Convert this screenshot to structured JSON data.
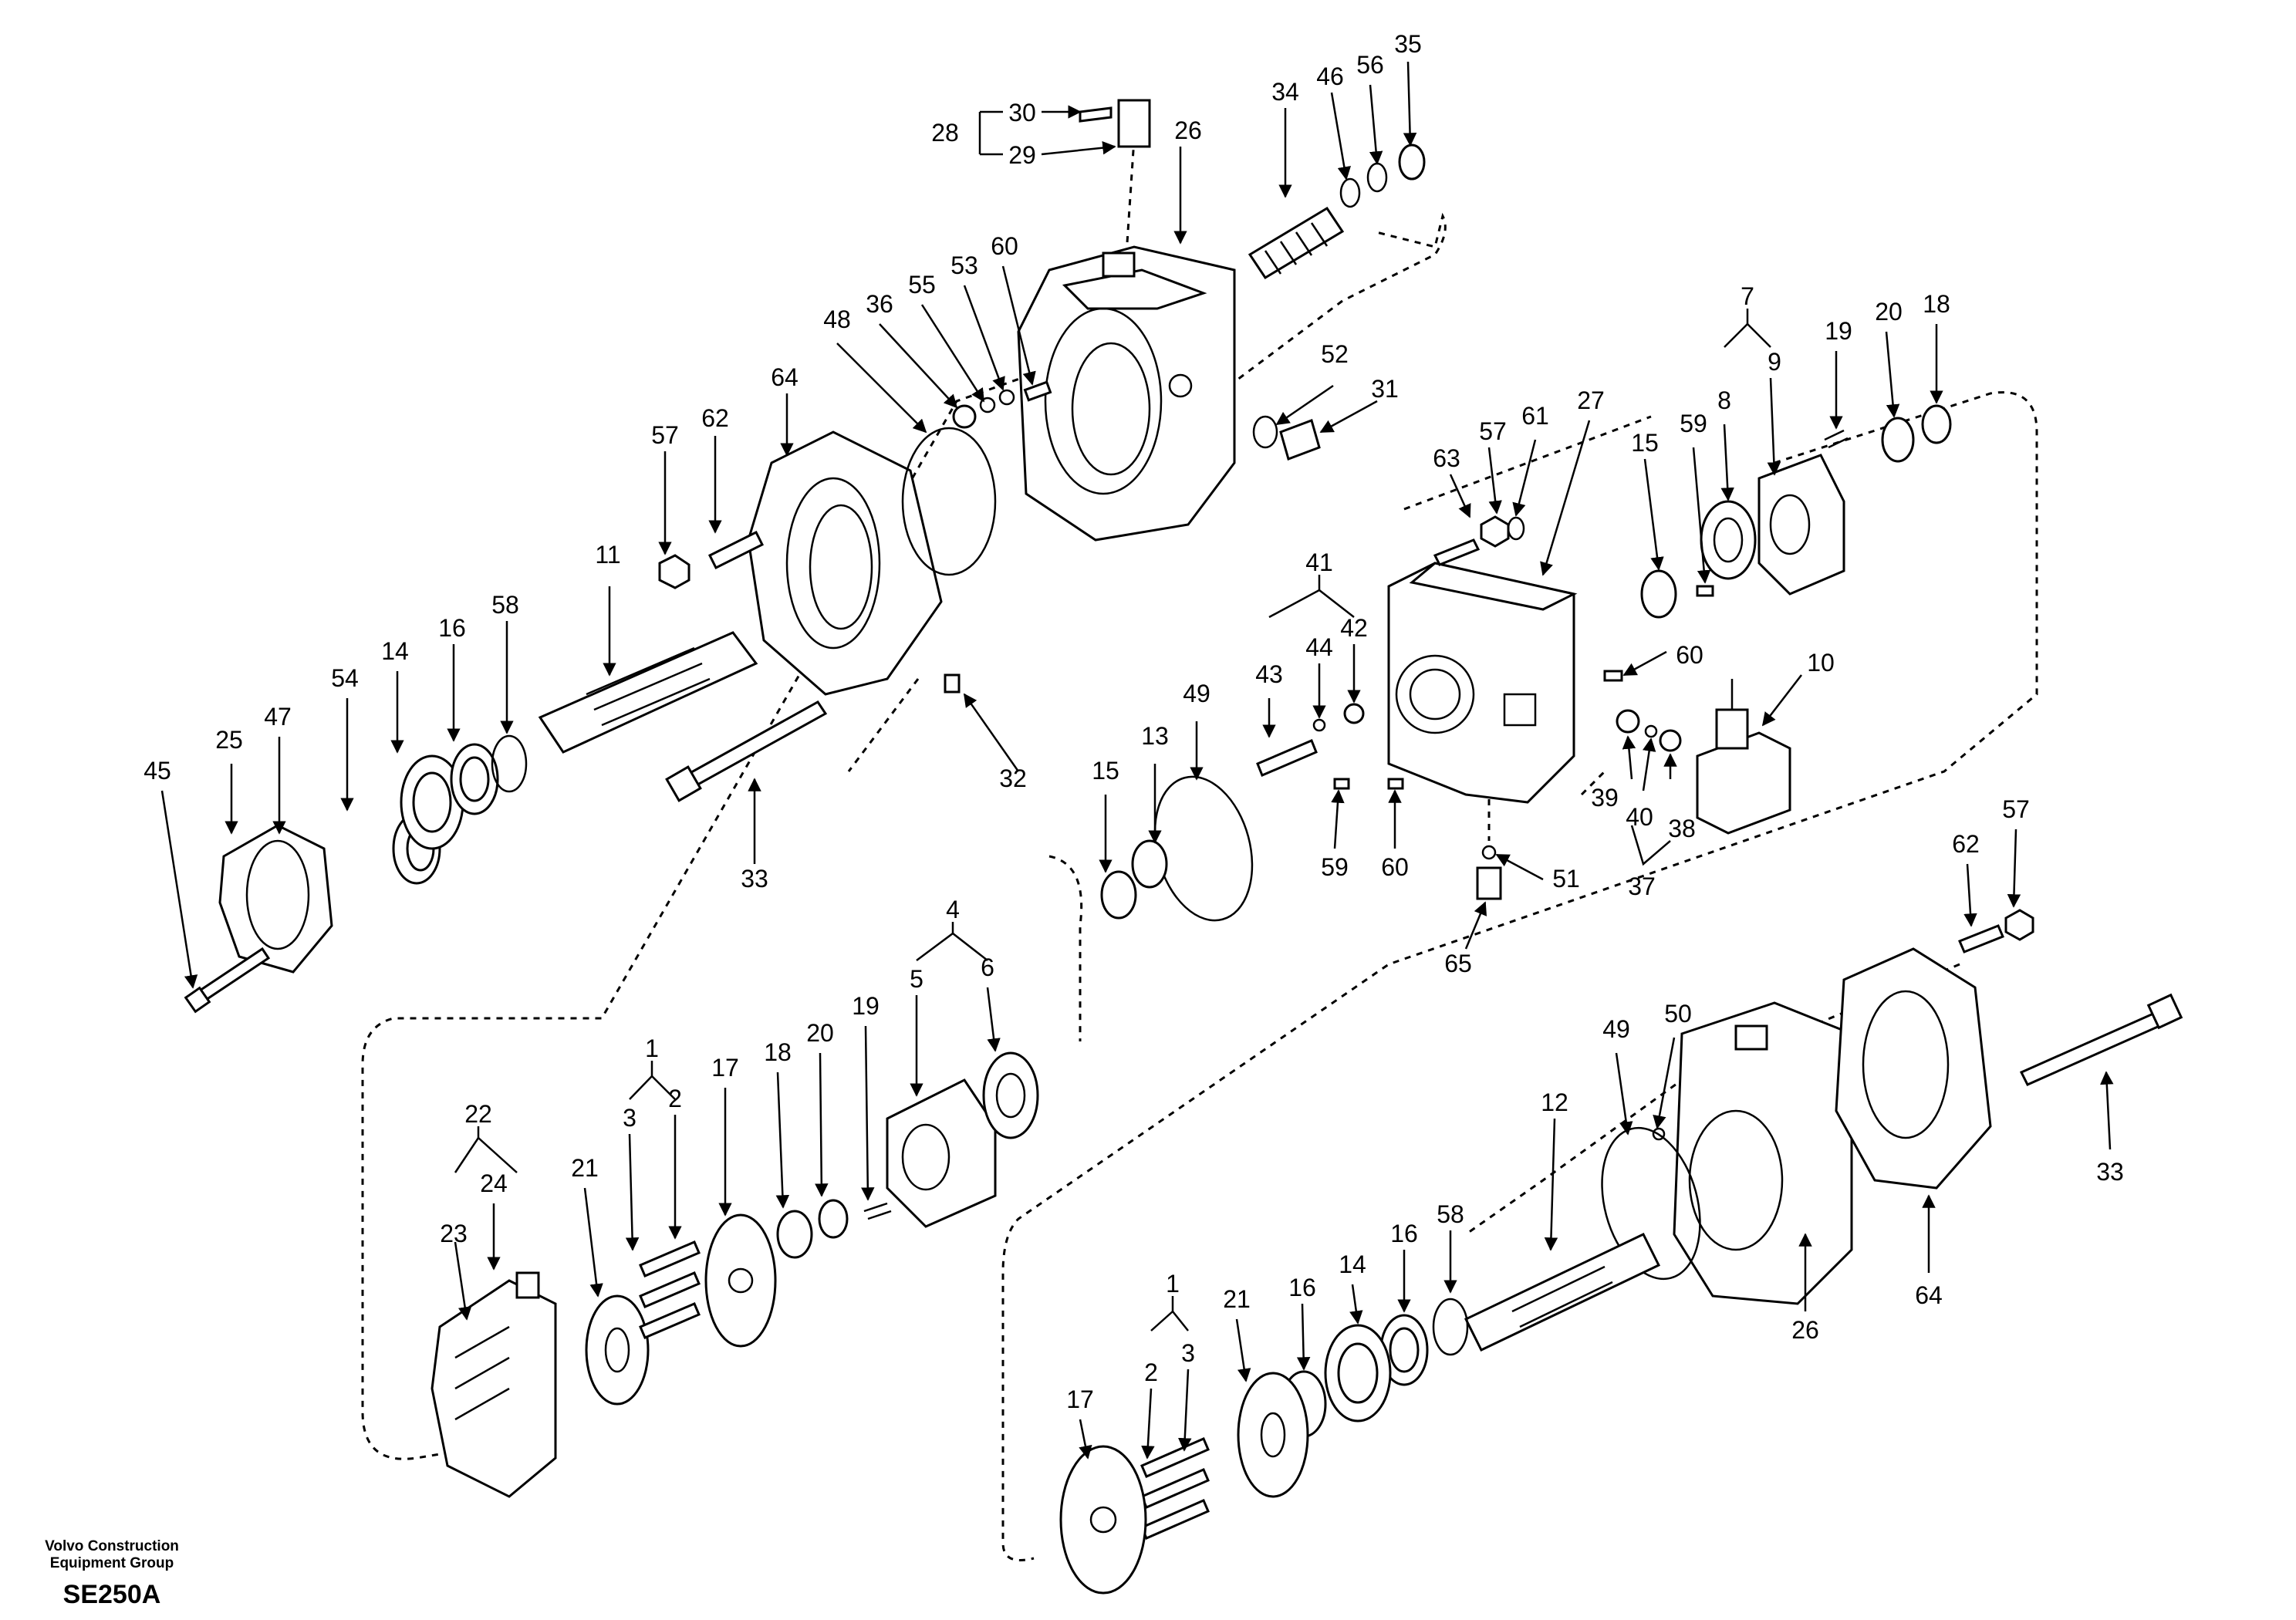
{
  "footer": {
    "company_line1": "Volvo Construction",
    "company_line2": "Equipment Group",
    "code": "SE250A"
  },
  "part_numbers": [
    "1",
    "2",
    "3",
    "4",
    "5",
    "6",
    "7",
    "8",
    "9",
    "10",
    "11",
    "12",
    "13",
    "14",
    "15",
    "16",
    "17",
    "18",
    "19",
    "20",
    "21",
    "22",
    "23",
    "24",
    "25",
    "26",
    "27",
    "28",
    "29",
    "30",
    "31",
    "32",
    "33",
    "34",
    "35",
    "36",
    "37",
    "38",
    "39",
    "40",
    "41",
    "42",
    "43",
    "44",
    "45",
    "46",
    "47",
    "48",
    "49",
    "50",
    "51",
    "52",
    "53",
    "54",
    "55",
    "56",
    "57",
    "58",
    "59",
    "60",
    "61",
    "62",
    "63",
    "64",
    "65"
  ]
}
